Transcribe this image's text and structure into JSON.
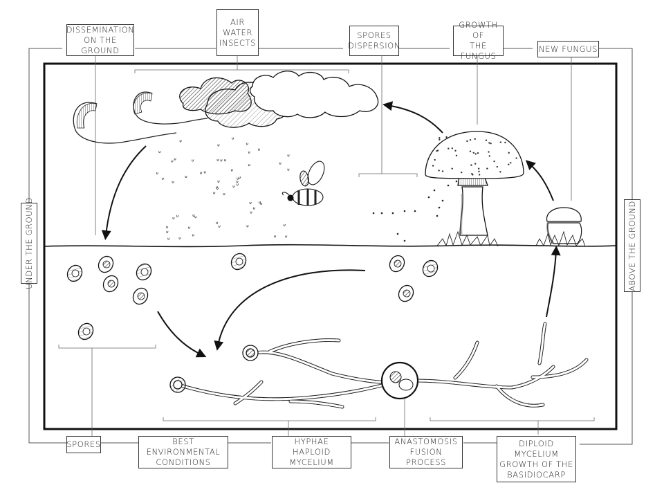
{
  "title": "Fungus life cycle",
  "regions": {
    "left": "UNDER THE GROUND",
    "right": "ABOVE THE GROUND"
  },
  "top_labels": [
    {
      "id": "dissemination",
      "text": "DISSEMINATION\nON THE GROUND"
    },
    {
      "id": "agents",
      "text": "AIR\nWATER\nINSECTS"
    },
    {
      "id": "spores-dispersion",
      "text": "SPORES\nDISPERSION"
    },
    {
      "id": "growth",
      "text": "GROWTH OF\nTHE FUNGUS"
    },
    {
      "id": "new-fungus",
      "text": "NEW FUNGUS"
    }
  ],
  "bottom_labels": [
    {
      "id": "spores",
      "text": "SPORES"
    },
    {
      "id": "environment",
      "text": "BEST ENVIRONMENTAL\nCONDITIONS"
    },
    {
      "id": "hyphae",
      "text": "HYPHAE\nHAPLOID MYCELIUM"
    },
    {
      "id": "anastomosis",
      "text": "ANASTOMOSIS\nFUSION PROCESS"
    },
    {
      "id": "diploid",
      "text": "DIPLOID MYCELIUM\nGROWTH OF THE\nBASIDIOCARP"
    }
  ],
  "colors": {
    "ink": "#1a1a1a",
    "line": "#555555",
    "shade": "#777777"
  }
}
